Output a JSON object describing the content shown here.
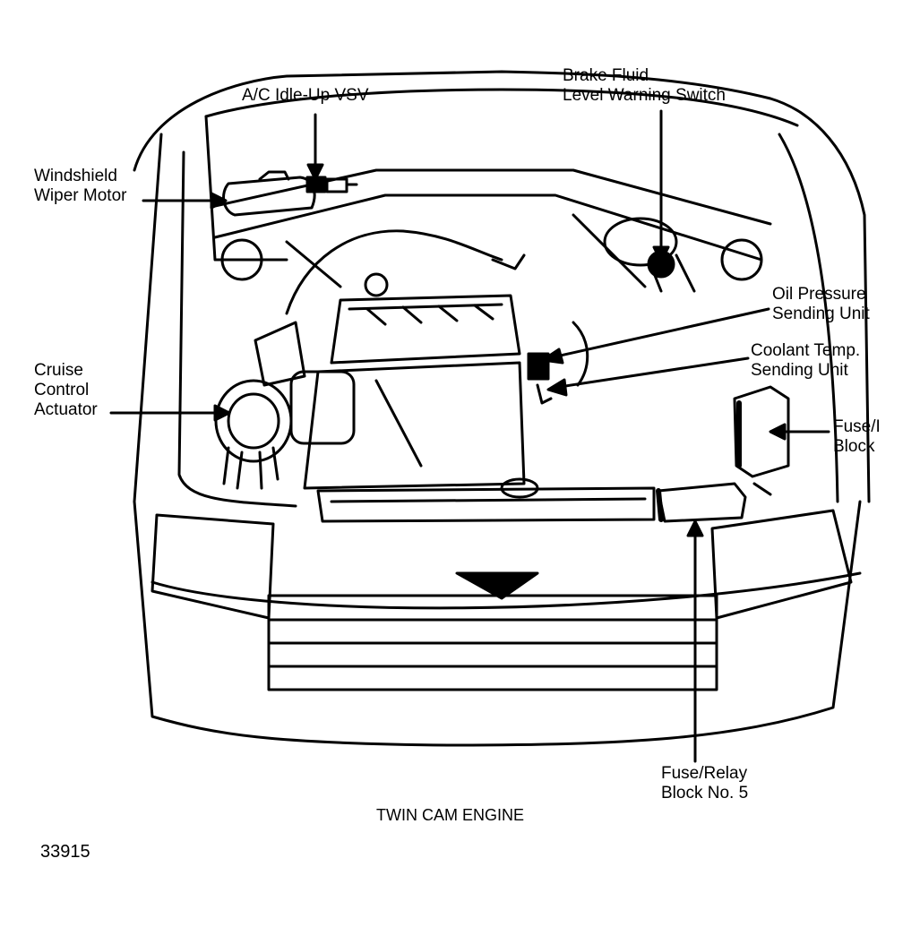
{
  "diagram": {
    "labels": {
      "ac_idle_up_vsv": "A/C Idle-Up VSV",
      "brake_fluid_line1": "Brake Fluid",
      "brake_fluid_line2": "Level Warning Switch",
      "wiper_line1": "Windshield",
      "wiper_line2": "Wiper Motor",
      "oil_line1": "Oil Pressure",
      "oil_line2": "Sending Unit",
      "coolant_line1": "Coolant Temp.",
      "coolant_line2": "Sending Unit",
      "cruise_line1": "Cruise",
      "cruise_line2": "Control",
      "cruise_line3": "Actuator",
      "fuse_block_line1": "Fuse/I",
      "fuse_block_line2": "Block",
      "relay5_line1": "Fuse/Relay",
      "relay5_line2": "Block No. 5"
    },
    "caption": "TWIN CAM ENGINE",
    "figure_number": "33915"
  }
}
